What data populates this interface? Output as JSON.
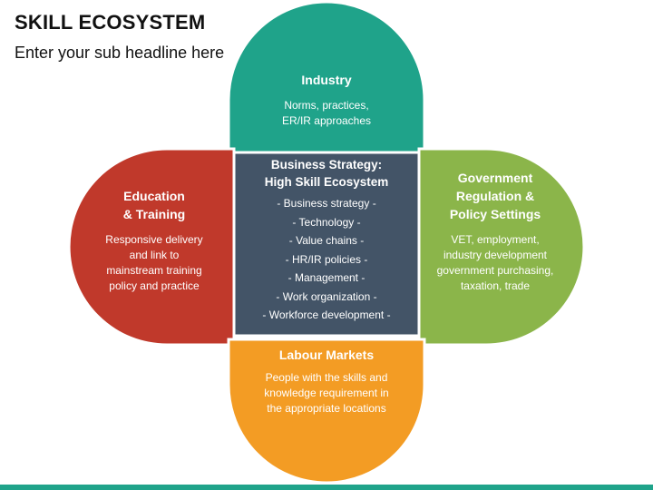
{
  "header": {
    "title": "SKILL ECOSYSTEM",
    "subtitle": "Enter your sub headline here"
  },
  "center": {
    "title_line1": "Business Strategy:",
    "title_line2": "High Skill Ecosystem",
    "items": [
      "- Business strategy -",
      "- Technology -",
      "- Value chains -",
      "- HR/IR policies -",
      "- Management -",
      "- Work organization -",
      "- Workforce development -"
    ]
  },
  "petals": {
    "top": {
      "heading": "Industry",
      "body_line1": "Norms, practices,",
      "body_line2": "ER/IR approaches"
    },
    "left": {
      "heading_line1": "Education",
      "heading_line2": "& Training",
      "body_line1": "Responsive delivery",
      "body_line2": "and link to",
      "body_line3": "mainstream training",
      "body_line4": "policy and practice"
    },
    "right": {
      "heading_line1": "Government",
      "heading_line2": "Regulation &",
      "heading_line3": "Policy Settings",
      "body_line1": "VET, employment,",
      "body_line2": "industry development",
      "body_line3": "government purchasing,",
      "body_line4": "taxation, trade"
    },
    "bottom": {
      "heading": "Labour Markets",
      "body_line1": "People with the skills and",
      "body_line2": "knowledge requirement in",
      "body_line3": "the appropriate locations"
    }
  },
  "colors": {
    "top": "#1fa38a",
    "left": "#c0392b",
    "right": "#8bb54a",
    "bottom": "#f39c24",
    "center": "#435467",
    "border": "#ffffff"
  }
}
